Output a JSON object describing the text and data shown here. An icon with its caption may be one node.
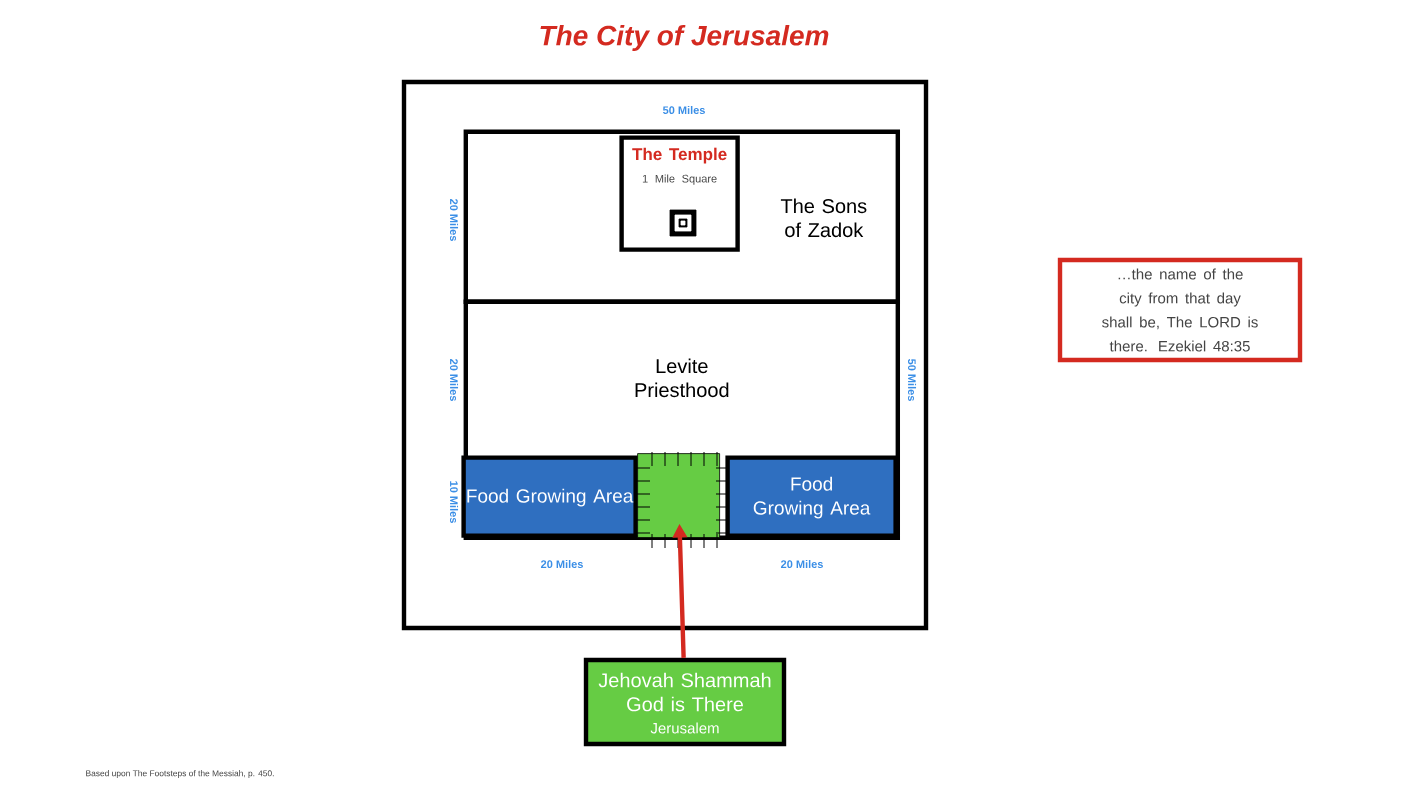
{
  "diagram": {
    "title": "The City of Jerusalem",
    "nodes": [
      {
        "text": [],
        "shape": "box"
      },
      {
        "text": [
          "The Sons of Zadok"
        ],
        "in": 0
      },
      {
        "text": [
          "The Temple",
          "1 Mile Square"
        ],
        "in": 1
      },
      {
        "text": [
          "Levite Priesthood"
        ],
        "in": 0
      },
      {
        "text": [
          "Food Growing Area"
        ],
        "in": 3
      },
      {
        "text": [],
        "shape": "box",
        "in": 3
      },
      {
        "text": [
          "Food Growing Area"
        ],
        "in": 3
      },
      {
        "text": [
          "Jehovah Shammah God is There",
          "Jerusalem"
        ]
      },
      {
        "text": [
          "…the name of the city from that day shall be, The LORD is there. Ezekiel 48:35"
        ]
      }
    ],
    "edges": [
      {
        "from": 7,
        "to": 5,
        "arrow": "to",
        "color": "#d42a20"
      }
    ],
    "labels": [
      "50 Miles",
      "20 Miles",
      "20 Miles",
      "50 Miles",
      "10 Miles",
      "20 Miles",
      "20 Miles",
      "Based upon The Footsteps of the Messiah, p. 450."
    ]
  }
}
